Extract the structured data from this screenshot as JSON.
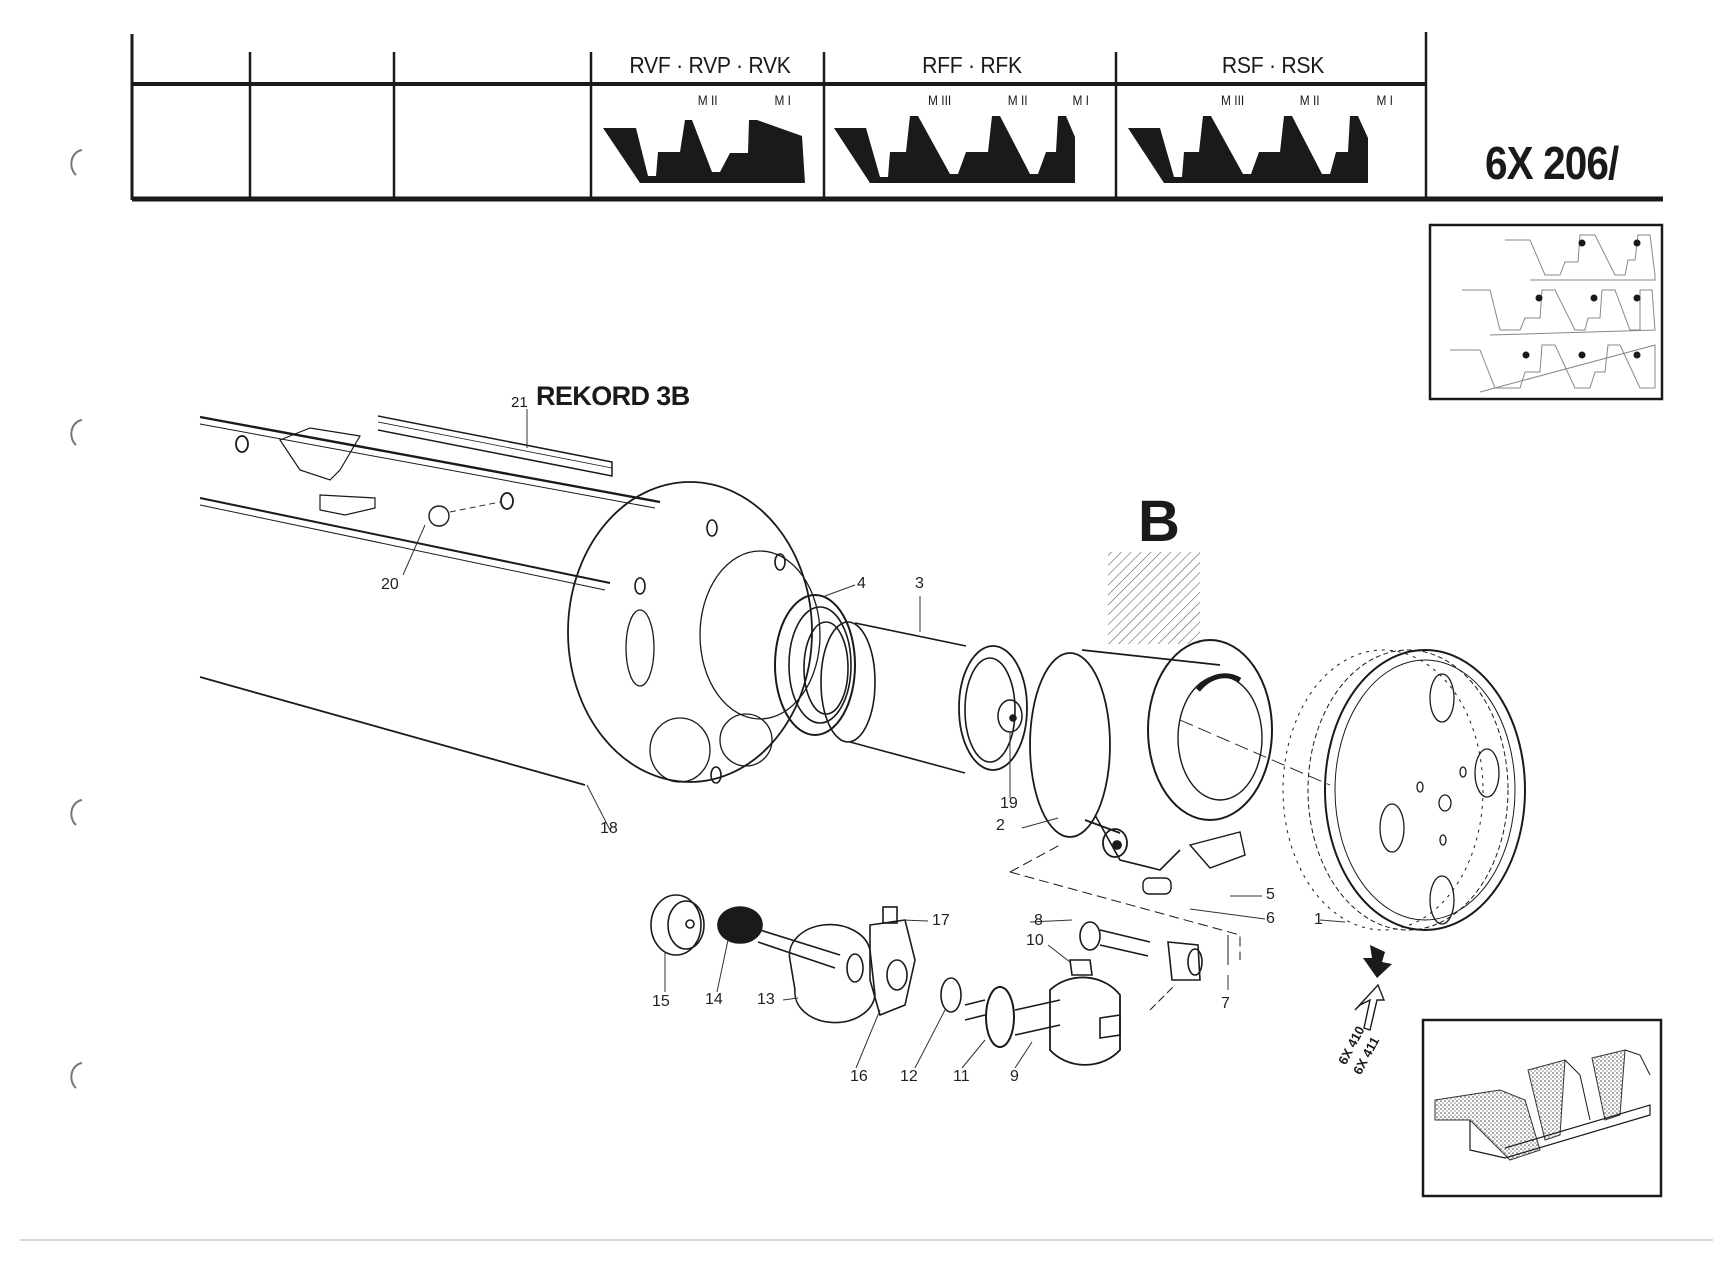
{
  "header": {
    "groups": [
      {
        "title": "RVF · RVP · RVK",
        "gear_labels": [
          "M II",
          "M I"
        ]
      },
      {
        "title": "RFF · RFK",
        "gear_labels": [
          "M III",
          "M II",
          "M I"
        ]
      },
      {
        "title": "RSF · RSK",
        "gear_labels": [
          "M III",
          "M II",
          "M I"
        ]
      }
    ],
    "page_number": "6X 206/"
  },
  "diagram": {
    "model_number": "21",
    "model_name": "REKORD 3B",
    "section_label": "B",
    "callouts": [
      "1",
      "2",
      "3",
      "4",
      "5",
      "6",
      "7",
      "8",
      "9",
      "10",
      "11",
      "12",
      "13",
      "14",
      "15",
      "16",
      "17",
      "18",
      "19",
      "20"
    ],
    "cross_references": [
      "6X 410",
      "6X 411"
    ]
  },
  "colors": {
    "ink": "#1a1a1a",
    "paper": "#ffffff",
    "hatch": "#555555"
  }
}
